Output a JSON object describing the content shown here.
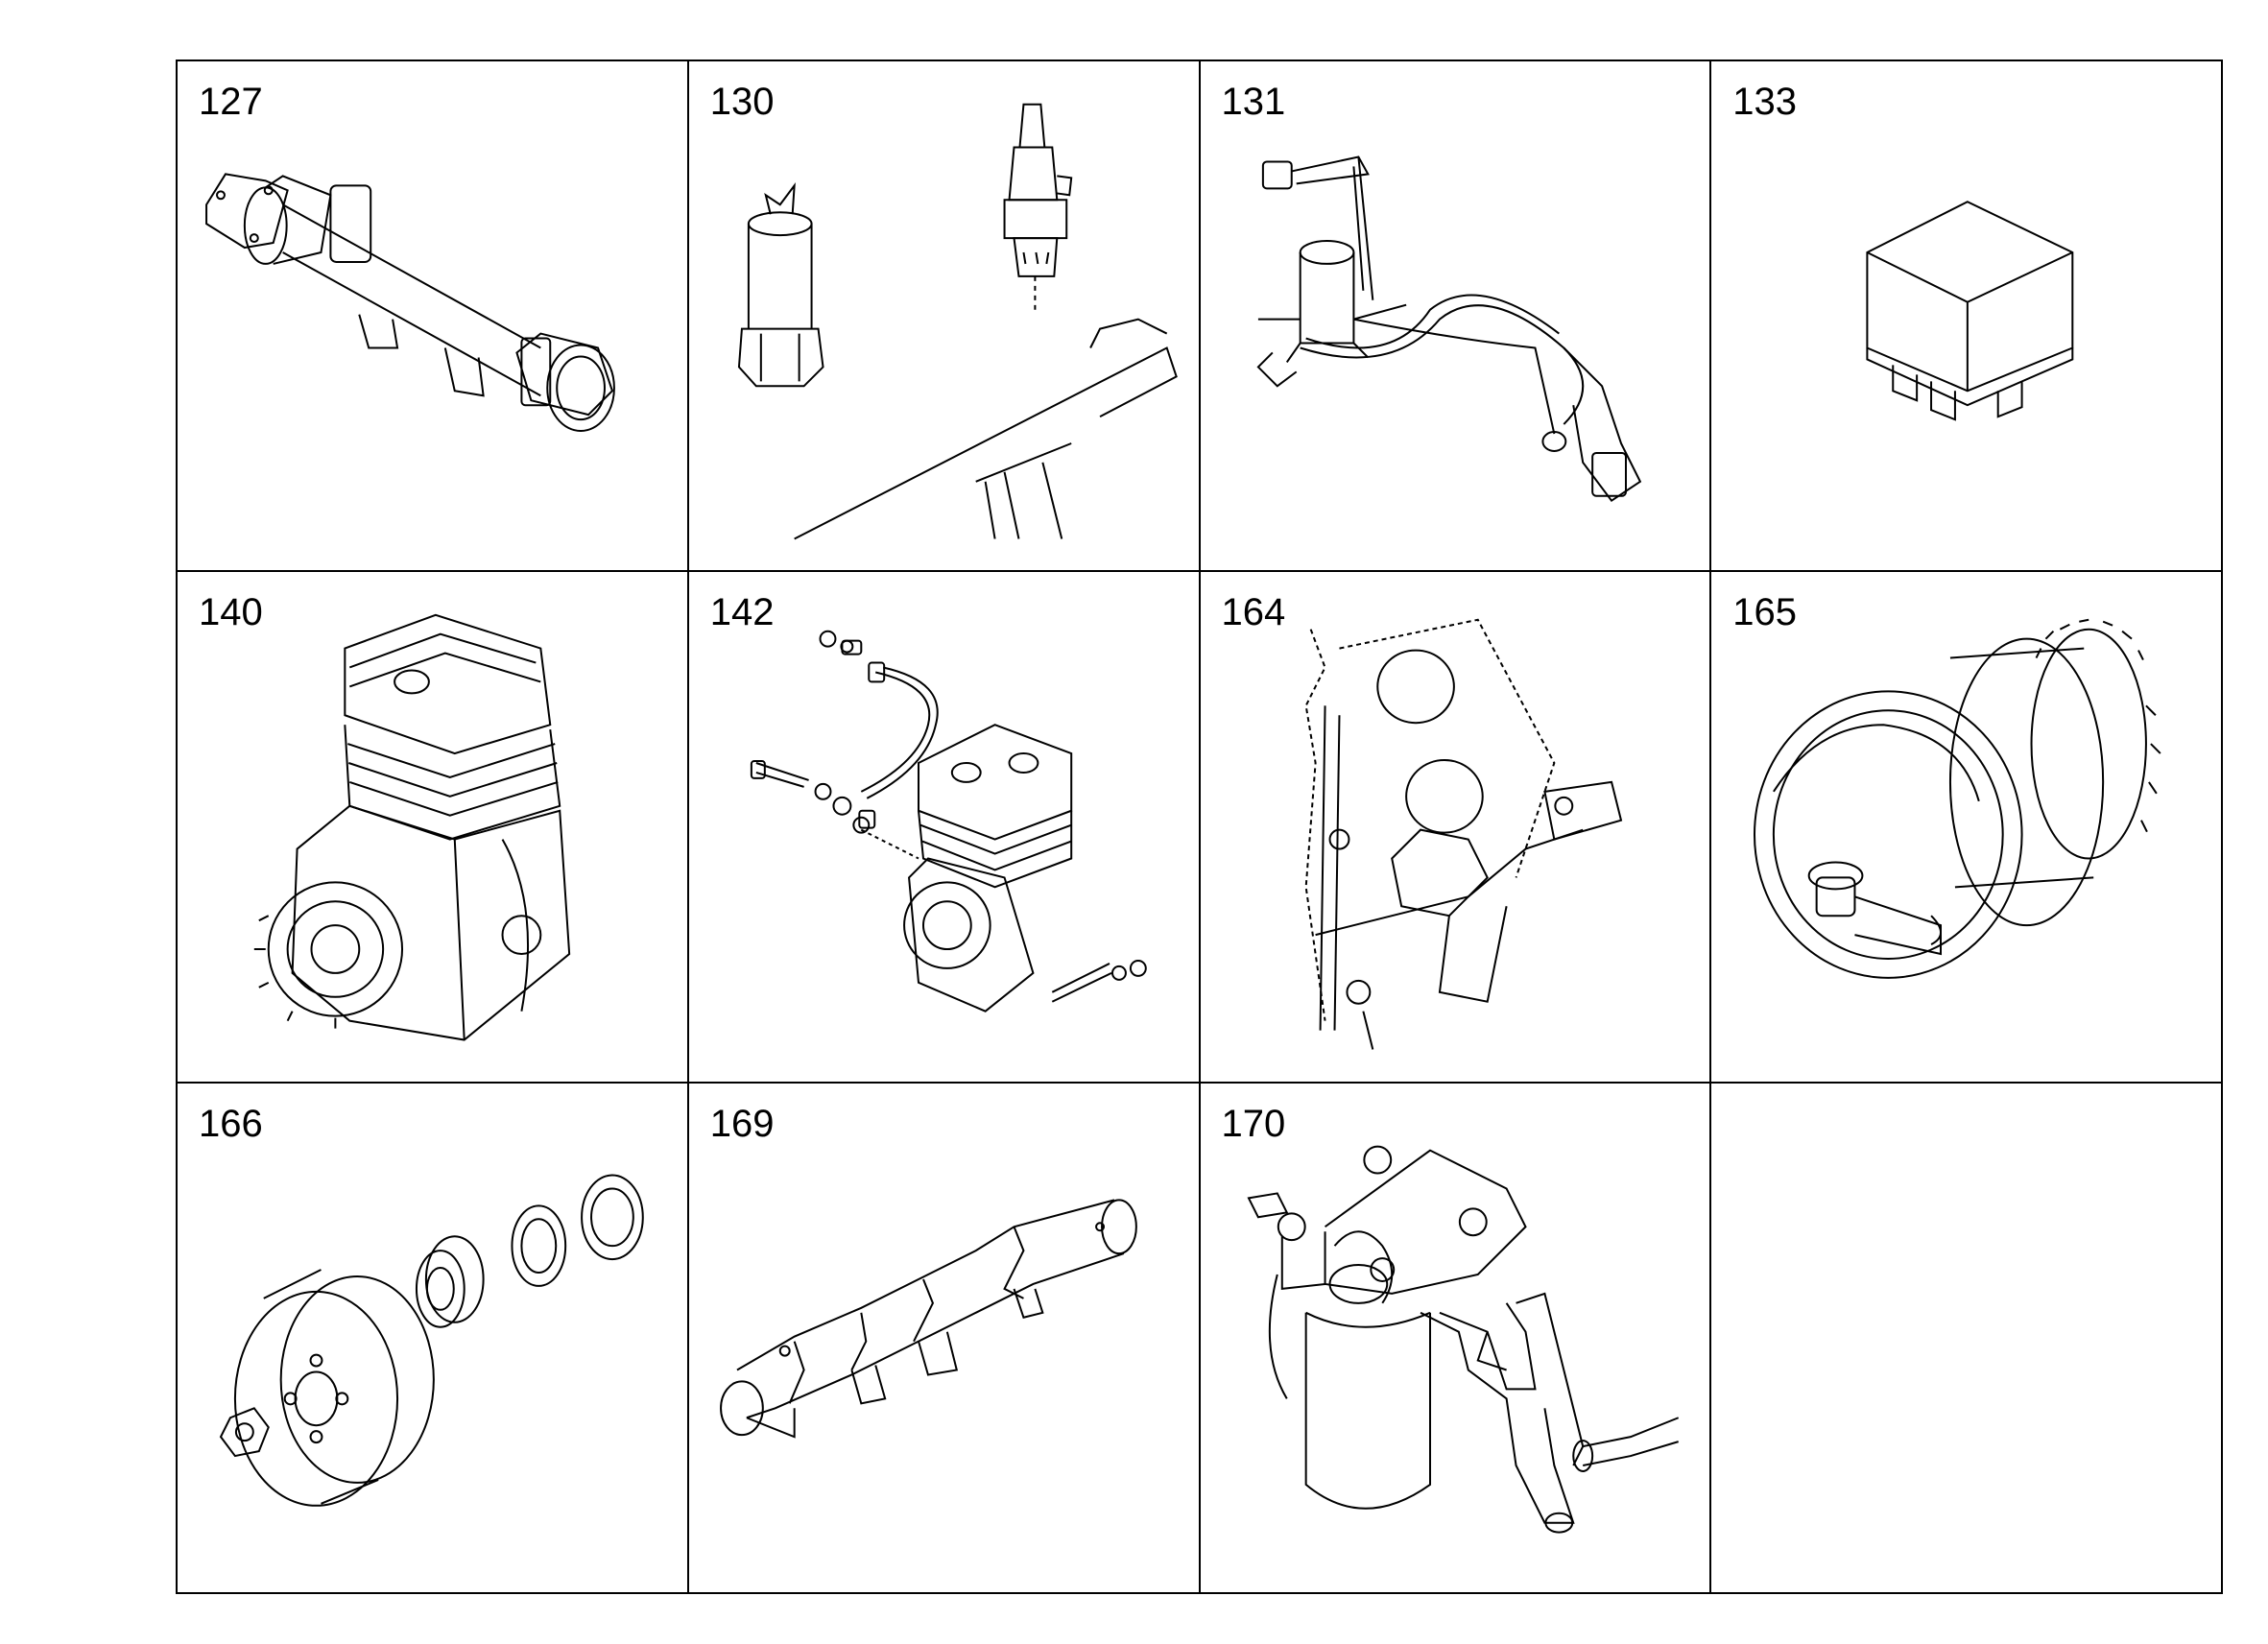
{
  "cells": [
    {
      "number": "127",
      "icon": "egr-cooler-icon"
    },
    {
      "number": "130",
      "icon": "injector-and-solenoid-icon"
    },
    {
      "number": "131",
      "icon": "injector-line-icon"
    },
    {
      "number": "133",
      "icon": "relay-box-icon"
    },
    {
      "number": "140",
      "icon": "air-compressor-icon"
    },
    {
      "number": "142",
      "icon": "compressor-kit-icon"
    },
    {
      "number": "164",
      "icon": "engine-bracket-icon"
    },
    {
      "number": "165",
      "icon": "fan-clutch-icon"
    },
    {
      "number": "166",
      "icon": "pulley-seal-icon"
    },
    {
      "number": "169",
      "icon": "exhaust-manifold-icon"
    },
    {
      "number": "170",
      "icon": "oil-filter-housing-icon"
    }
  ]
}
